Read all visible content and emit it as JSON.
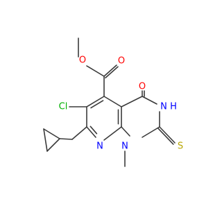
{
  "molecule": {
    "colors": {
      "bond": "#3a3a3a",
      "O": "#ff0000",
      "N": "#0000ff",
      "Cl": "#00b000",
      "S": "#b8a600"
    },
    "atom_labels": {
      "O_methoxy": "O",
      "O_carbonyl_ester": "O",
      "O_ring_carbonyl": "O",
      "NH": "N",
      "H_on_N": "H",
      "N_pyridine": "N",
      "N_methyl": "N",
      "Cl": "Cl",
      "S": "S"
    }
  }
}
